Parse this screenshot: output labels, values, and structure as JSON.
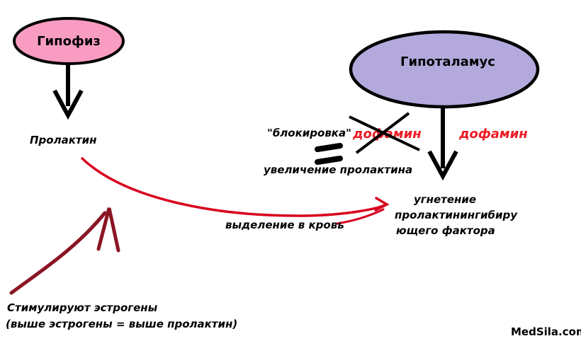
{
  "diagram": {
    "nodes": {
      "pituitary": "Гипофиз",
      "hypothalamus": "Гипоталамус"
    },
    "labels": {
      "prolactin": "Пролактин",
      "blocking": "\"блокировка\"",
      "dopamine_crossed": "дофамин",
      "dopamine": "дофамин",
      "increase_prolactin": "увеличение пролактина",
      "inhibition_line1": "угнетение",
      "inhibition_line2": "пролактинингибиру",
      "inhibition_line3": "ющего фактора",
      "release_to_blood": "выделение в кровь",
      "estrogens_line1": "Стимулируют эстрогены",
      "estrogens_line2": "(выше эстрогены =  выше пролактин)"
    },
    "watermark": "MedSila.com",
    "colors": {
      "pituitary_fill": "#f99cc2",
      "hypothalamus_fill": "#b4a9dc",
      "outline": "#000000",
      "red": "#ed1b24",
      "curve_red": "#d8001e",
      "dark_red": "#8a1523"
    }
  }
}
